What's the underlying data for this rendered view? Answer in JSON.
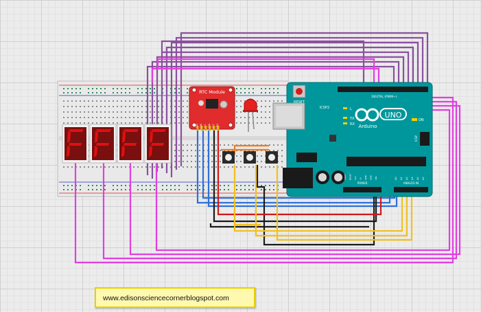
{
  "colors": {
    "wire_purple": "#8a4f9e",
    "wire_magenta": "#e23ee0",
    "wire_blue": "#2e6fd8",
    "wire_yellow": "#f2c01c",
    "wire_black": "#1a1a1a",
    "wire_red": "#d11a1a",
    "wire_orange": "#f07a1a",
    "arduino_board": "#00979c",
    "rtc_board": "#e02c2c",
    "display_segment": "#e01010"
  },
  "displays": {
    "digits": [
      "F",
      "F",
      "F",
      "F"
    ]
  },
  "rtc": {
    "label": "RTC Module",
    "pins": [
      "32k",
      "SQW",
      "SCL",
      "SDA",
      "VCC",
      "GND"
    ]
  },
  "arduino": {
    "logo_text": "UNO",
    "brand": "Arduino",
    "reset_label": "RESET",
    "icsp2_label": "ICSP2",
    "icsp_label": "ICSP",
    "led_labels": [
      "L",
      "TX",
      "RX",
      "ON"
    ],
    "header_labels": {
      "digital": "DIGITAL (PWM~)",
      "power": "POWER",
      "analog": "ANALOG IN"
    },
    "power_pins": [
      "IOREF",
      "RESET",
      "3V3",
      "5V",
      "GND",
      "GND",
      "VIN"
    ],
    "analog_pins": [
      "A0",
      "A1",
      "A2",
      "A3",
      "A4",
      "A5"
    ]
  },
  "footer": {
    "url": "www.edisonsciencecornerblogspot.com"
  }
}
